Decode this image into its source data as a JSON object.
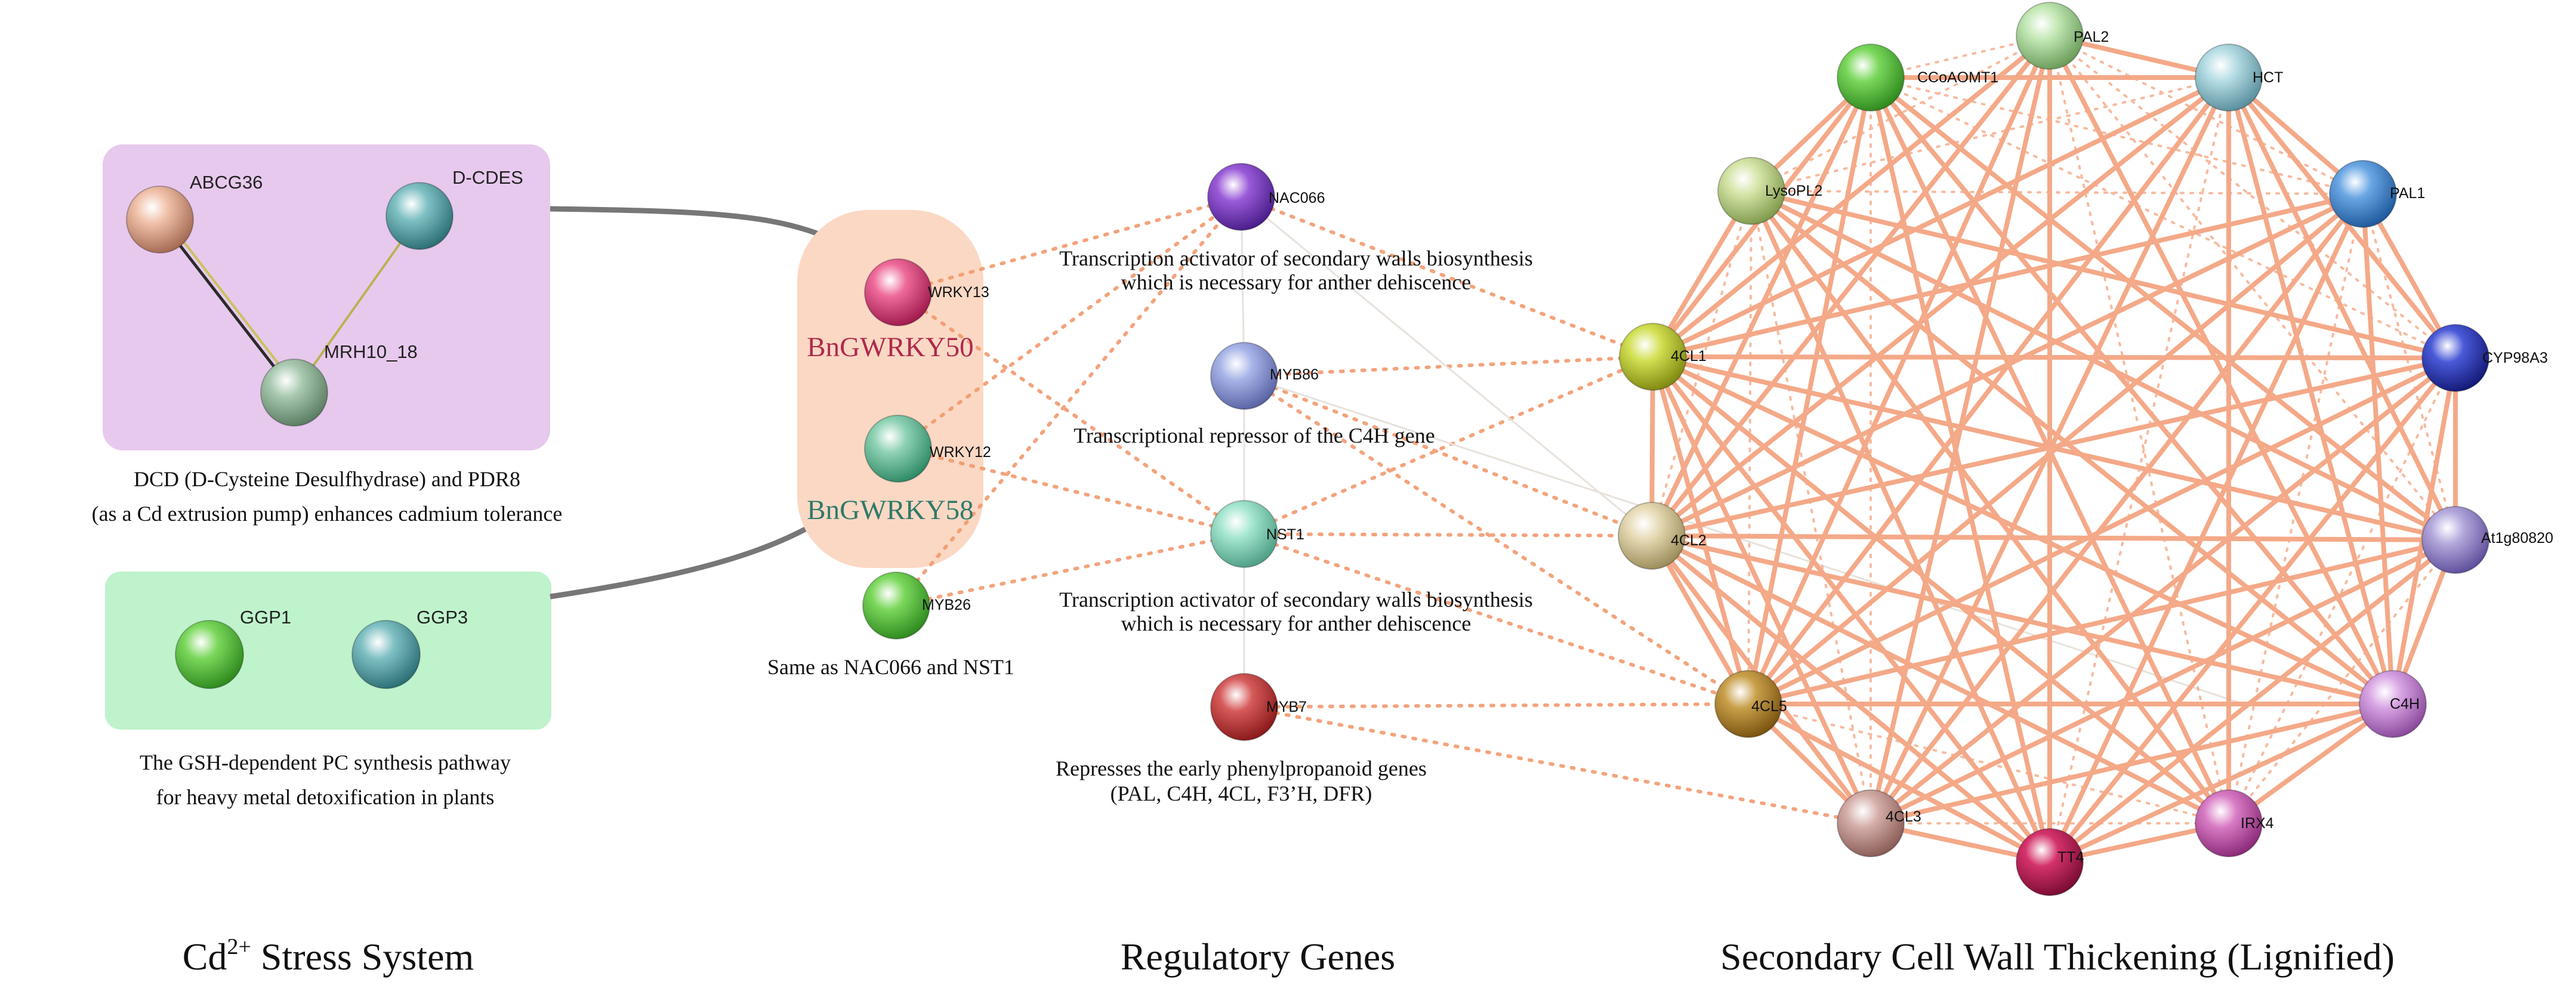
{
  "colors": {
    "cd_box": "#e8c9ee",
    "gsh_box": "#bff3cc",
    "bngwrky_box": "#fbd8c4",
    "edge_orange": "#f29a6e",
    "connector": "#777777",
    "bngwrky50": "#b0294c",
    "bngwrky58": "#2f7a6a"
  },
  "cd_stress": {
    "nodes": {
      "abcg36": "ABCG36",
      "dcdes": "D-CDES",
      "mrh10_18": "MRH10_18"
    },
    "description_line1": "DCD (D-Cysteine Desulfhydrase) and PDR8",
    "description_line2": "(as a Cd extrusion pump) enhances cadmium tolerance"
  },
  "gsh": {
    "nodes": {
      "ggp1": "GGP1",
      "ggp3": "GGP3"
    },
    "description_line1": "The GSH-dependent PC synthesis pathway",
    "description_line2": "for heavy metal detoxification in plants"
  },
  "regulatory": {
    "nodes": {
      "wrky13": "WRKY13",
      "wrky12": "WRKY12",
      "myb26": "MYB26",
      "nac066": "NAC066",
      "myb86": "MYB86",
      "nst1": "NST1",
      "myb7": "MYB7"
    },
    "bngwrky50": "BnGWRKY50",
    "bngwrky58": "BnGWRKY58",
    "nac066_desc_line1": "Transcription activator of secondary walls biosynthesis",
    "nac066_desc_line2": "which is necessary for anther dehiscence",
    "myb86_desc": "Transcriptional repressor of the C4H gene",
    "nst1_desc_line1": "Transcription activator of secondary walls biosynthesis",
    "nst1_desc_line2": "which is necessary for anther dehiscence",
    "myb26_desc": "Same as NAC066 and NST1",
    "myb7_desc_line1": "Represses the early phenylpropanoid genes",
    "myb7_desc_line2": "(PAL, C4H, 4CL, F3’H, DFR)"
  },
  "secondary_wall": {
    "nodes": {
      "pal2": "PAL2",
      "hct": "HCT",
      "ccoaomt1": "CCoAOMT1",
      "pal1": "PAL1",
      "lysopl2": "LysoPL2",
      "cyp98a3": "CYP98A3",
      "4cl1": "4CL1",
      "4cl2": "4CL2",
      "at1g80820": "At1g80820",
      "4cl5": "4CL5",
      "c4h": "C4H",
      "4cl3": "4CL3",
      "irx4": "IRX4",
      "tt4": "TT4"
    }
  },
  "sections": {
    "cd_title_prefix": "Cd",
    "cd_title_sup": "2+",
    "cd_title_suffix": " Stress System",
    "regulatory_title": "Regulatory Genes",
    "secondary_title": "Secondary Cell Wall Thickening (Lignified)"
  }
}
